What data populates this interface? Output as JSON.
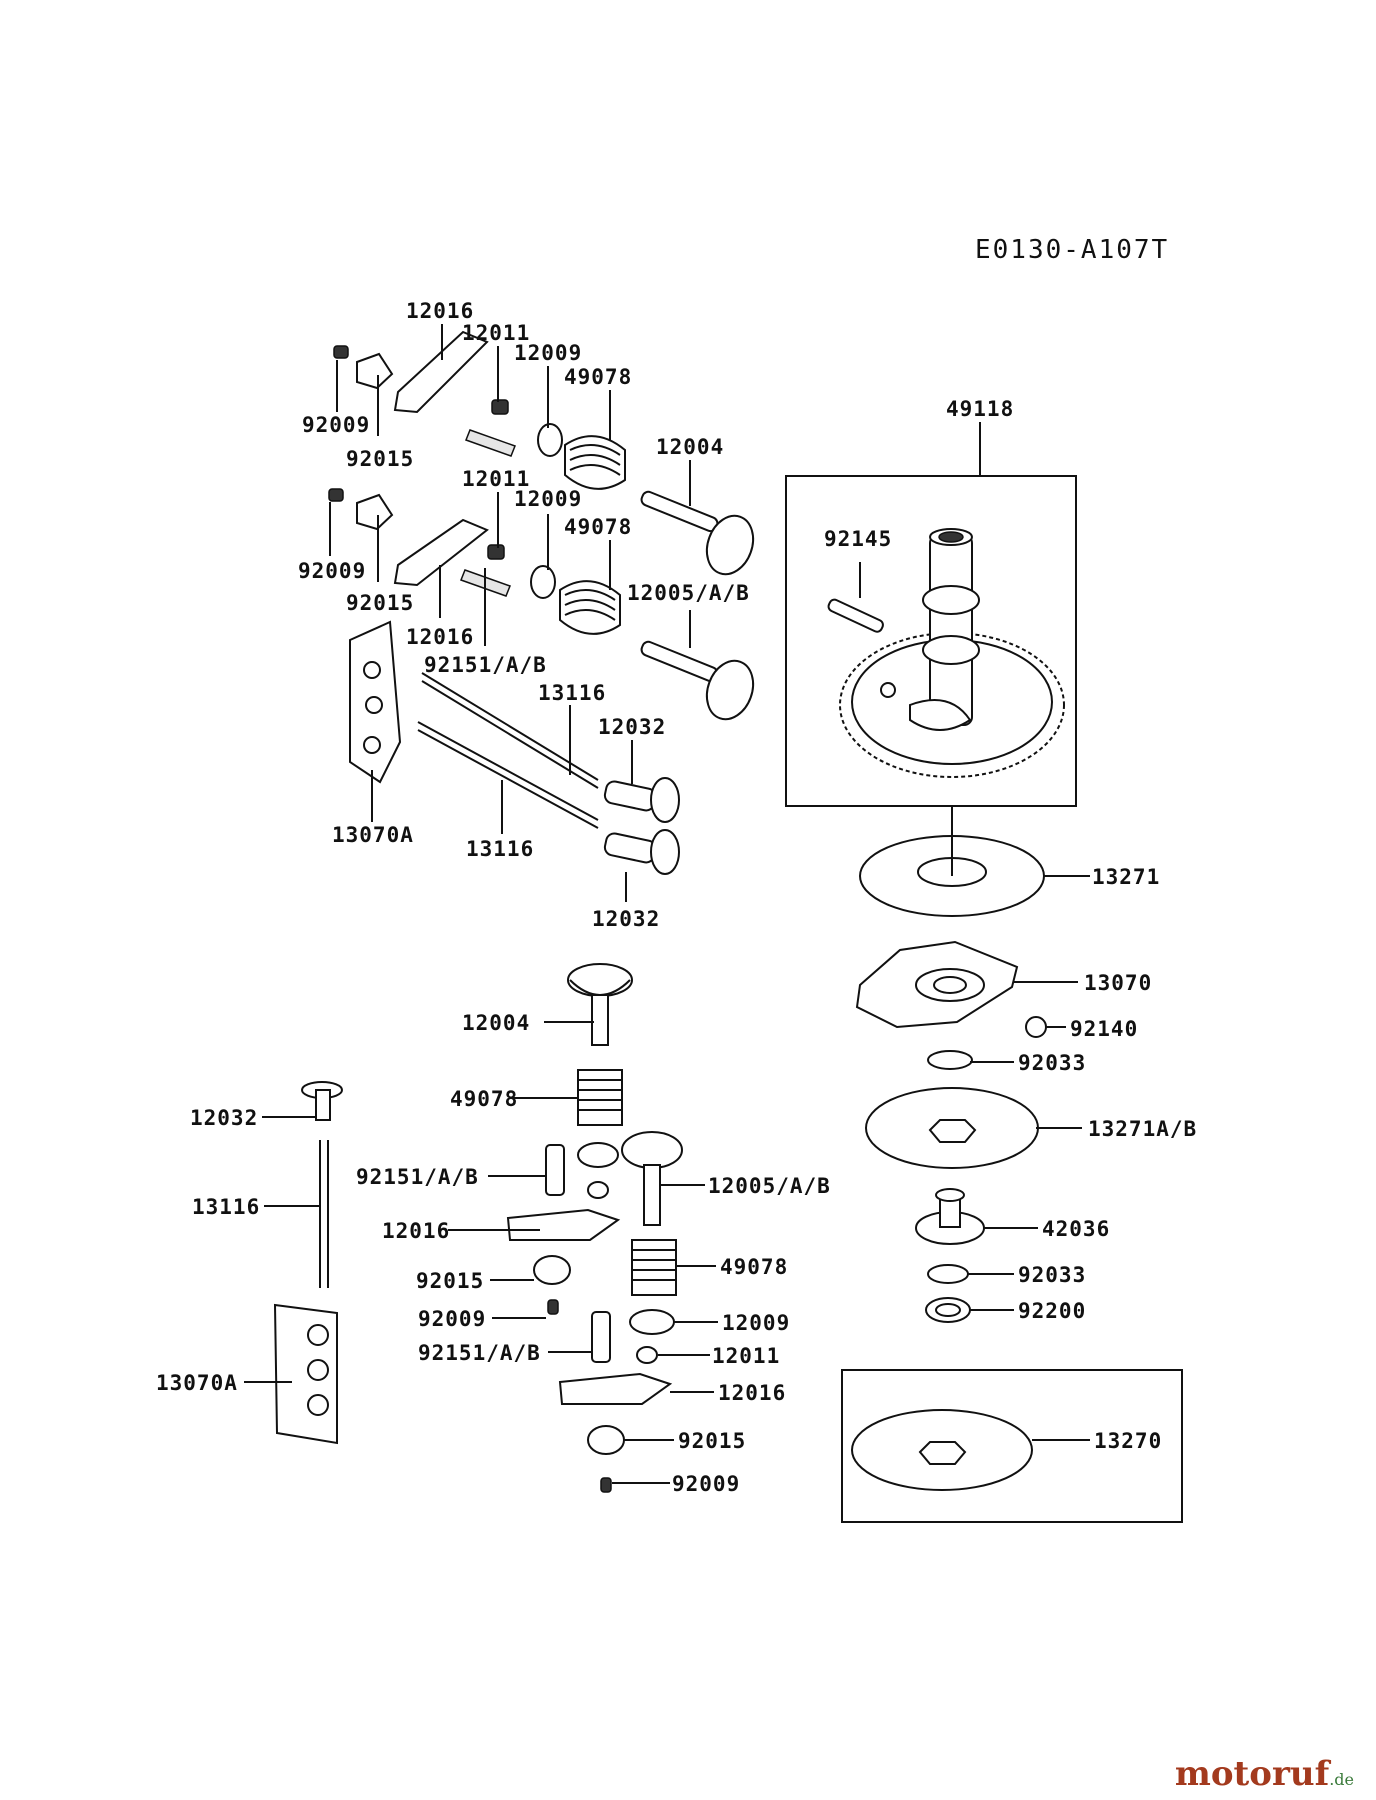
{
  "diagram": {
    "reference": "E0130-A107T",
    "watermark": {
      "name": "motoruf",
      "suffix": ".de"
    },
    "labels": [
      {
        "text": "12016"
      },
      {
        "text": "12011"
      },
      {
        "text": "12009"
      },
      {
        "text": "49078"
      },
      {
        "text": "92009"
      },
      {
        "text": "92015"
      },
      {
        "text": "12004"
      },
      {
        "text": "12011"
      },
      {
        "text": "12009"
      },
      {
        "text": "49078"
      },
      {
        "text": "92009"
      },
      {
        "text": "92015"
      },
      {
        "text": "12016"
      },
      {
        "text": "12005/A/B"
      },
      {
        "text": "92151/A/B"
      },
      {
        "text": "13116"
      },
      {
        "text": "12032"
      },
      {
        "text": "13070A"
      },
      {
        "text": "13116"
      },
      {
        "text": "12032"
      },
      {
        "text": "49118"
      },
      {
        "text": "92145"
      },
      {
        "text": "13271"
      },
      {
        "text": "13070"
      },
      {
        "text": "92140"
      },
      {
        "text": "92033"
      },
      {
        "text": "13271A/B"
      },
      {
        "text": "42036"
      },
      {
        "text": "92033"
      },
      {
        "text": "92200"
      },
      {
        "text": "13270"
      },
      {
        "text": "12004"
      },
      {
        "text": "49078"
      },
      {
        "text": "12032"
      },
      {
        "text": "92151/A/B"
      },
      {
        "text": "12005/A/B"
      },
      {
        "text": "13116"
      },
      {
        "text": "12016"
      },
      {
        "text": "49078"
      },
      {
        "text": "92015"
      },
      {
        "text": "92009"
      },
      {
        "text": "12009"
      },
      {
        "text": "92151/A/B"
      },
      {
        "text": "12011"
      },
      {
        "text": "13070A"
      },
      {
        "text": "12016"
      },
      {
        "text": "92015"
      },
      {
        "text": "92009"
      }
    ]
  }
}
